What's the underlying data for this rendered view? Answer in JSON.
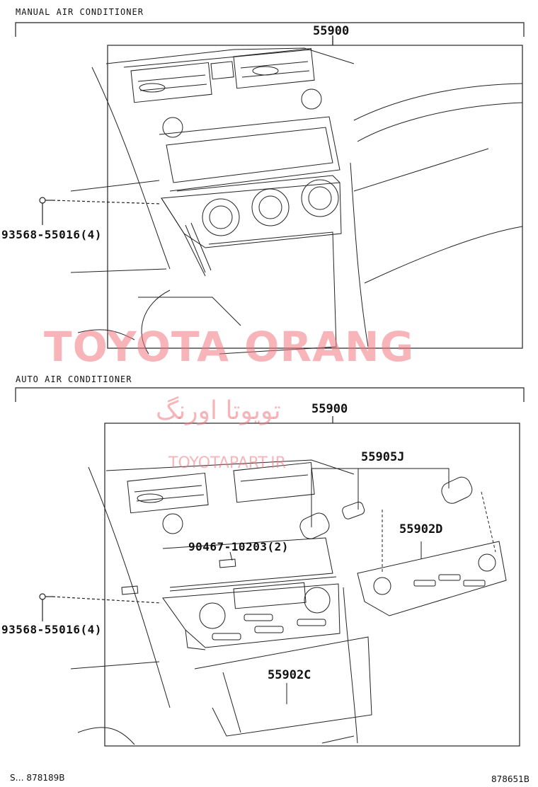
{
  "sections": [
    {
      "title": "MANUAL AIR CONDITIONER"
    },
    {
      "title": "AUTO AIR CONDITIONER"
    }
  ],
  "parts": {
    "manual_assembly": "55900",
    "manual_screw": "93568-55016(4)",
    "auto_assembly": "55900",
    "knob": "55905J",
    "panel_d": "55902D",
    "clip": "90467-10203(2)",
    "panel_c": "55902C",
    "auto_screw": "93568-55016(4)"
  },
  "watermark": {
    "main": "TOYOTA ORANG",
    "persian": "تویوتا اورنگ",
    "site": "TOYOTAPART.IR",
    "color": "#f07882"
  },
  "footer": {
    "left": "S… 878189B",
    "right": "878651B"
  }
}
